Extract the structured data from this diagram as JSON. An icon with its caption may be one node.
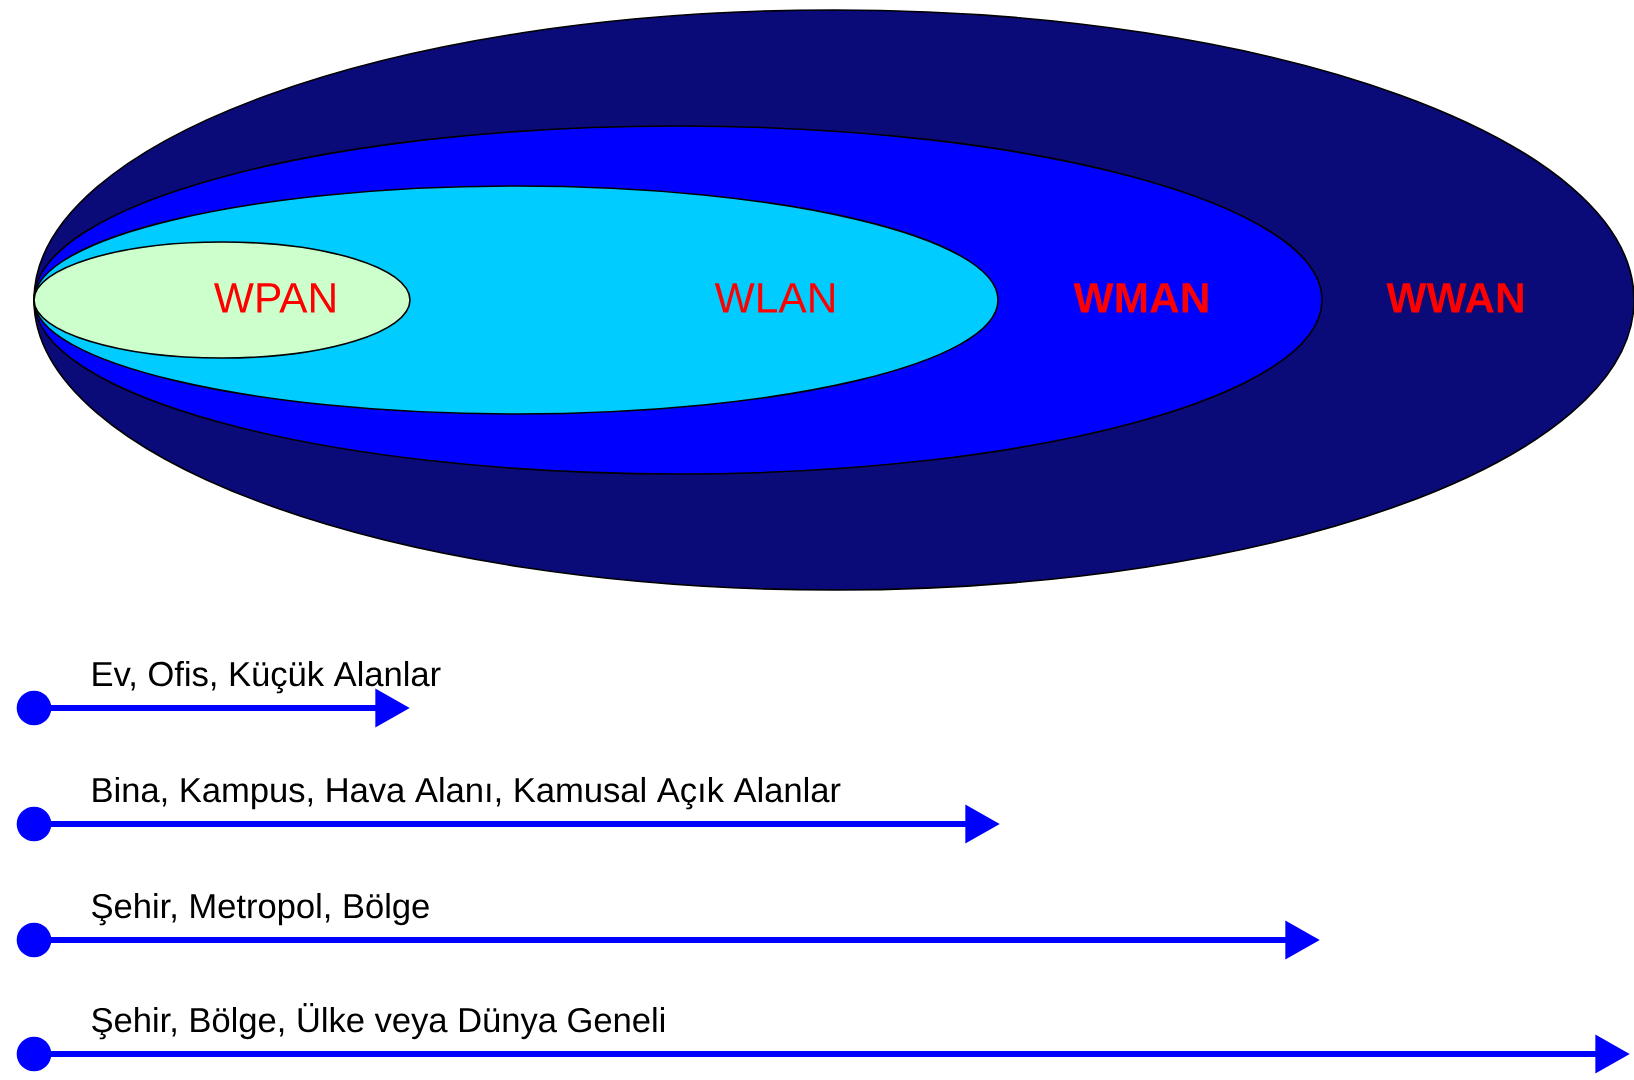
{
  "diagram": {
    "nodes": [
      {
        "text": [
          "WWAN"
        ]
      },
      {
        "text": [
          "WMAN"
        ],
        "in": 0
      },
      {
        "text": [
          "WLAN"
        ],
        "in": 1
      },
      {
        "text": [
          "WPAN"
        ],
        "in": 2
      }
    ],
    "labels": [
      "Ev, Ofis, Küçük Alanlar",
      "Bina, Kampus,  Hava Alanı, Kamusal Açık Alanlar",
      "Şehir,  Metropol, Bölge",
      "Şehir, Bölge, Ülke veya Dünya Geneli"
    ]
  }
}
